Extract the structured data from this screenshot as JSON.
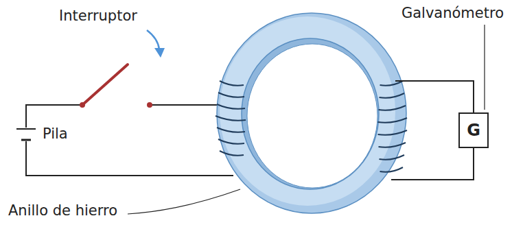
{
  "diagram": {
    "nodes": [
      {
        "text": [
          "G"
        ]
      }
    ],
    "labels": [
      "Interruptor",
      "Galvanómetro",
      "Pila",
      "Anillo de hierro"
    ]
  }
}
